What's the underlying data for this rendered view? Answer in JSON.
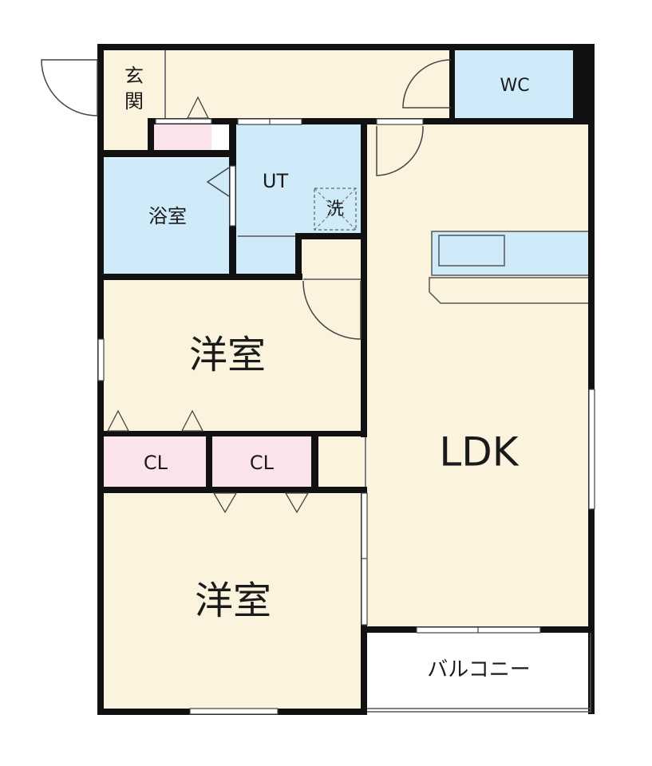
{
  "rooms": {
    "entrance": "玄\n関",
    "wc": "WC",
    "ut": "UT",
    "washer": "洗",
    "bath": "浴室",
    "western_room_upper": "洋室",
    "western_room_lower": "洋室",
    "closet_left": "CL",
    "closet_right": "CL",
    "ldk": "LDK",
    "balcony": "バルコニー"
  },
  "colors": {
    "floor": "#fcf3df",
    "wet": "#cfeaf8",
    "closet": "#fbe3ec",
    "wall": "#111111",
    "balcony": "#ffffff"
  }
}
